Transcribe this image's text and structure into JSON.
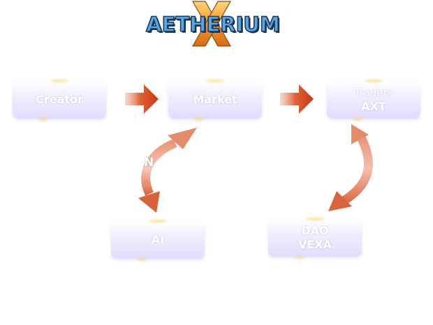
{
  "logo": {
    "text": "AETHERIUM",
    "accent_letter": "X"
  },
  "nodes": {
    "creator": {
      "label": "Creator"
    },
    "market": {
      "label": "Market"
    },
    "traders": {
      "label": "Traders",
      "sub": "AXT"
    },
    "ai": {
      "label": "AI"
    },
    "dao": {
      "label": "DAO",
      "sub": "VEXA"
    }
  },
  "mid_label": "N",
  "colors": {
    "arrow": "#d0461c",
    "curved_arrow": "#e07a58",
    "node_fill": "#e6e0ff",
    "logo_blue": "#5aa8df",
    "logo_orange": "#f29a2c"
  }
}
